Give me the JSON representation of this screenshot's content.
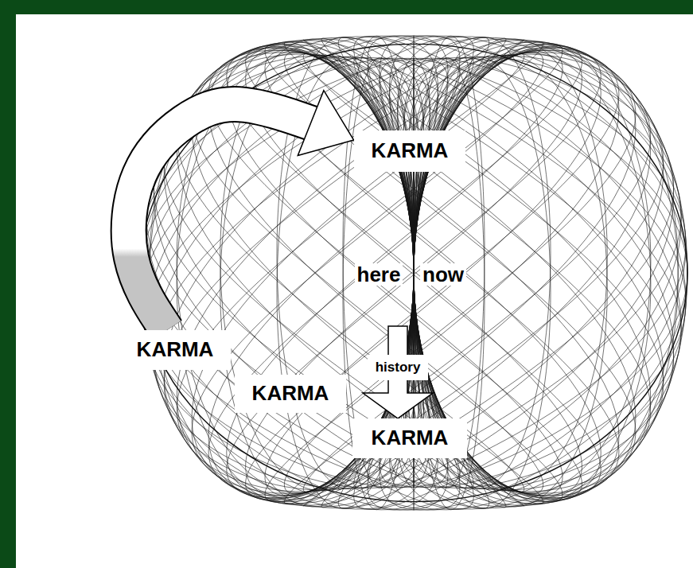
{
  "diagram": {
    "nodes": [
      {
        "text": [
          "KARMA"
        ]
      },
      {
        "text": [
          "KARMA"
        ]
      },
      {
        "text": [
          "history"
        ]
      },
      {
        "text": [
          "KARMA"
        ]
      },
      {
        "text": [
          "KARMA"
        ]
      }
    ],
    "edges": [
      {
        "from": 1,
        "to": 0,
        "arrow": "to"
      },
      {
        "from": 2,
        "to": 4,
        "arrow": "to"
      }
    ],
    "labels": [
      "here",
      "now"
    ]
  }
}
